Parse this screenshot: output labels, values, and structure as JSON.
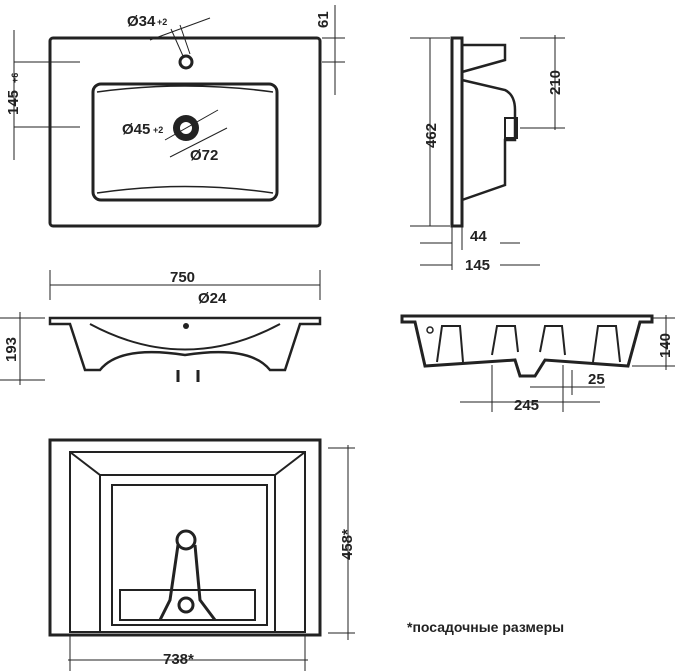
{
  "top_view": {
    "faucet_hole": "Ø34",
    "faucet_tol": "+2",
    "rim_offset": "61",
    "drain_offset": "145",
    "drain_offset_tol": "+6",
    "drain_hole": "Ø45",
    "drain_tol": "+2",
    "drain_outer": "Ø72"
  },
  "side_view": {
    "height_upper": "210",
    "height_total": "462",
    "depth_inner": "44",
    "depth_outer": "145"
  },
  "front_view": {
    "width": "750",
    "overflow_hole": "Ø24",
    "height": "193"
  },
  "section_view": {
    "height": "140",
    "rib_width": "25",
    "rib_spacing": "245"
  },
  "bottom_view": {
    "depth": "458*",
    "width": "738*",
    "note": "*посадочные размеры"
  }
}
